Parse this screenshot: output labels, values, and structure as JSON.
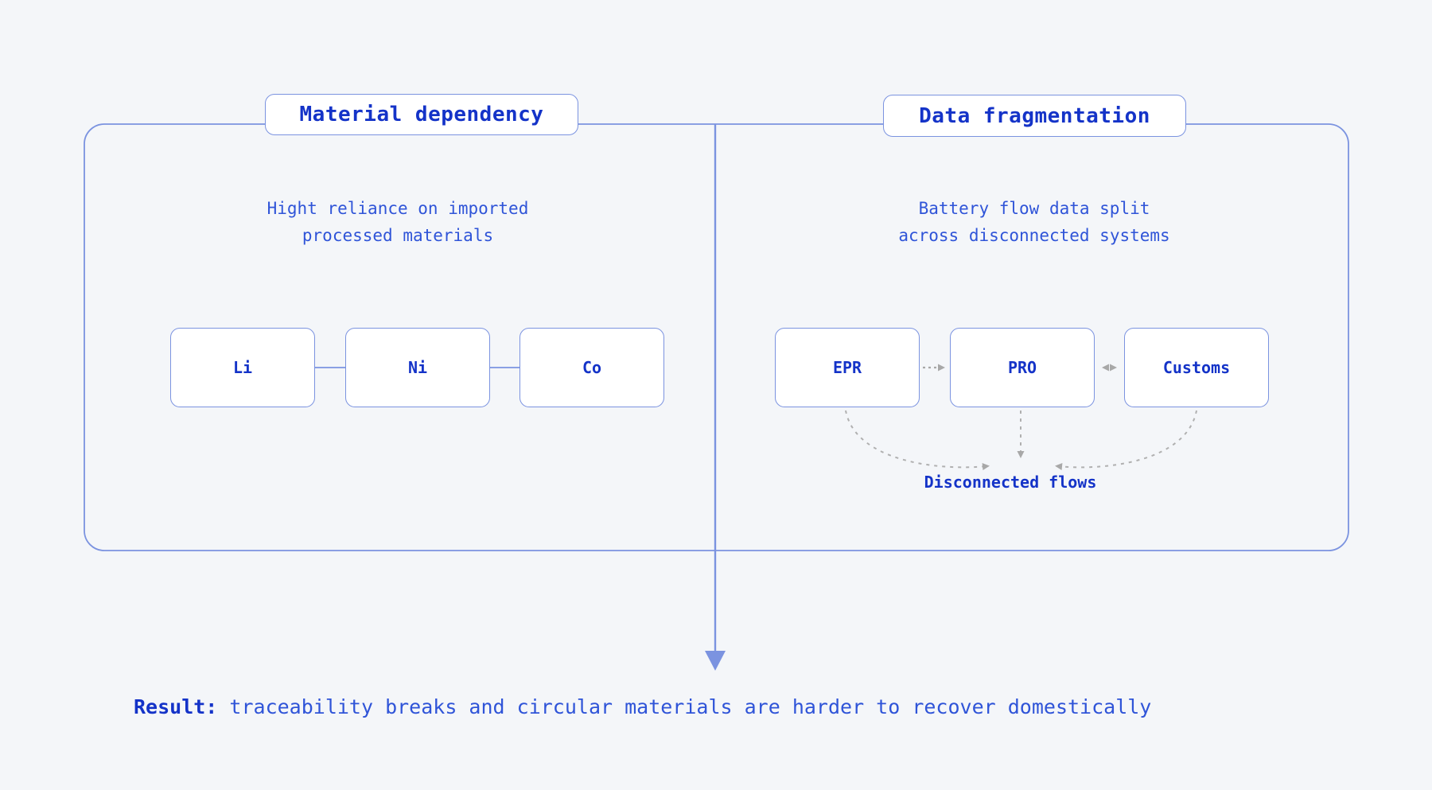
{
  "diagram": {
    "background_color": "#f4f6f9",
    "accent_border_color": "#7b93e0",
    "accent_text_color": "#1433c8",
    "body_text_color": "#2f54d8",
    "connector_gray": "#aaaaaa"
  },
  "panels": [
    {
      "id": "material-dependency",
      "title": "Material dependency",
      "description": "Hight reliance on imported\nprocessed materials",
      "nodes": [
        {
          "id": "li",
          "label": "Li"
        },
        {
          "id": "ni",
          "label": "Ni"
        },
        {
          "id": "co",
          "label": "Co"
        }
      ],
      "connector_style": "solid"
    },
    {
      "id": "data-fragmentation",
      "title": "Data fragmentation",
      "description": "Battery flow data split\nacross disconnected systems",
      "nodes": [
        {
          "id": "epr",
          "label": "EPR"
        },
        {
          "id": "pro",
          "label": "PRO"
        },
        {
          "id": "customs",
          "label": "Customs"
        }
      ],
      "connector_style": "dotted",
      "convergence_label": "Disconnected flows"
    }
  ],
  "result": {
    "key": "Result:",
    "text": " traceability breaks and circular materials are harder to recover domestically"
  }
}
